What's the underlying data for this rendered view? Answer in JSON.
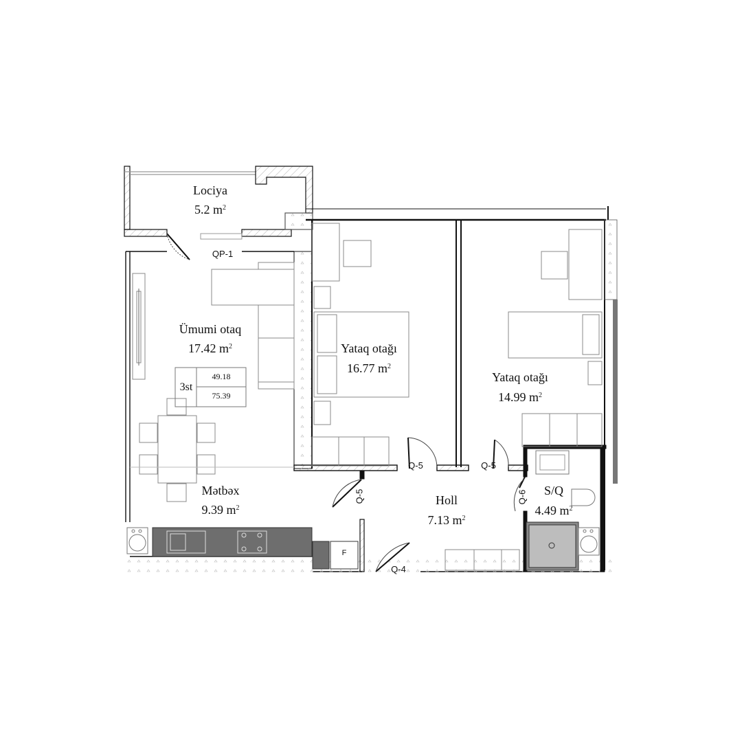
{
  "rooms": {
    "lociya": {
      "name": "Lociya",
      "area": "5.2 m",
      "unit_sup": "2"
    },
    "umumi": {
      "name": "Ümumi otaq",
      "area": "17.42 m",
      "unit_sup": "2"
    },
    "yataq1": {
      "name": "Yataq otağı",
      "area": "16.77 m",
      "unit_sup": "2"
    },
    "yataq2": {
      "name": "Yataq otağı",
      "area": "14.99 m",
      "unit_sup": "2"
    },
    "metbex": {
      "name": "Mətbəx",
      "area": "9.39 m",
      "unit_sup": "2"
    },
    "holl": {
      "name": "Holl",
      "area": "7.13 m",
      "unit_sup": "2"
    },
    "sq": {
      "name": "S/Q",
      "area": "4.49 m",
      "unit_sup": "2"
    }
  },
  "doors": {
    "qp1": "QP-1",
    "q5_left": "Q-5",
    "q5_mid": "Q-5",
    "q5_right": "Q-5",
    "q6": "Q-6",
    "q4": "Q-4"
  },
  "summary": {
    "type": "3st",
    "area_living": "49.18",
    "area_total": "75.39"
  },
  "fridge_label": "F",
  "colors": {
    "wall": "#111111",
    "hatch": "#bdbdbd",
    "counter": "#6e6e6e",
    "furniture": "#9a9a9a"
  }
}
